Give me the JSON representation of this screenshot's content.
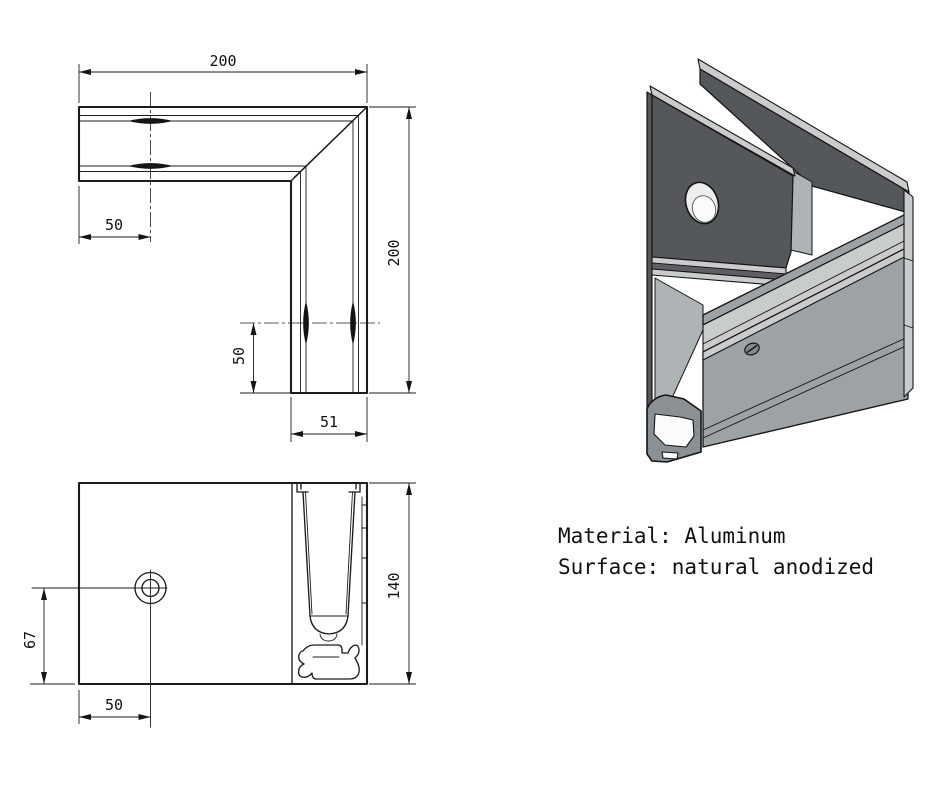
{
  "top_view": {
    "dim_width": "200",
    "dim_height": "200",
    "dim_slot_offset_x": "50",
    "dim_slot_offset_y": "50",
    "dim_profile_width": "51"
  },
  "side_view": {
    "dim_hole_from_bottom": "67",
    "dim_hole_from_end": "50",
    "dim_height": "140"
  },
  "notes": {
    "material_label": "Material: Aluminum",
    "surface_label": "Surface: natural anodized"
  },
  "colors": {
    "outline": "#1c1c1c",
    "plate_dark": "#54585b",
    "rail_light": "#9da2a5",
    "edge_light": "#c8cccd",
    "slot_mid": "#aeb3b5",
    "cut_face": "#8b9094",
    "cavity_white": "#fafbfb",
    "background": "#ffffff"
  }
}
